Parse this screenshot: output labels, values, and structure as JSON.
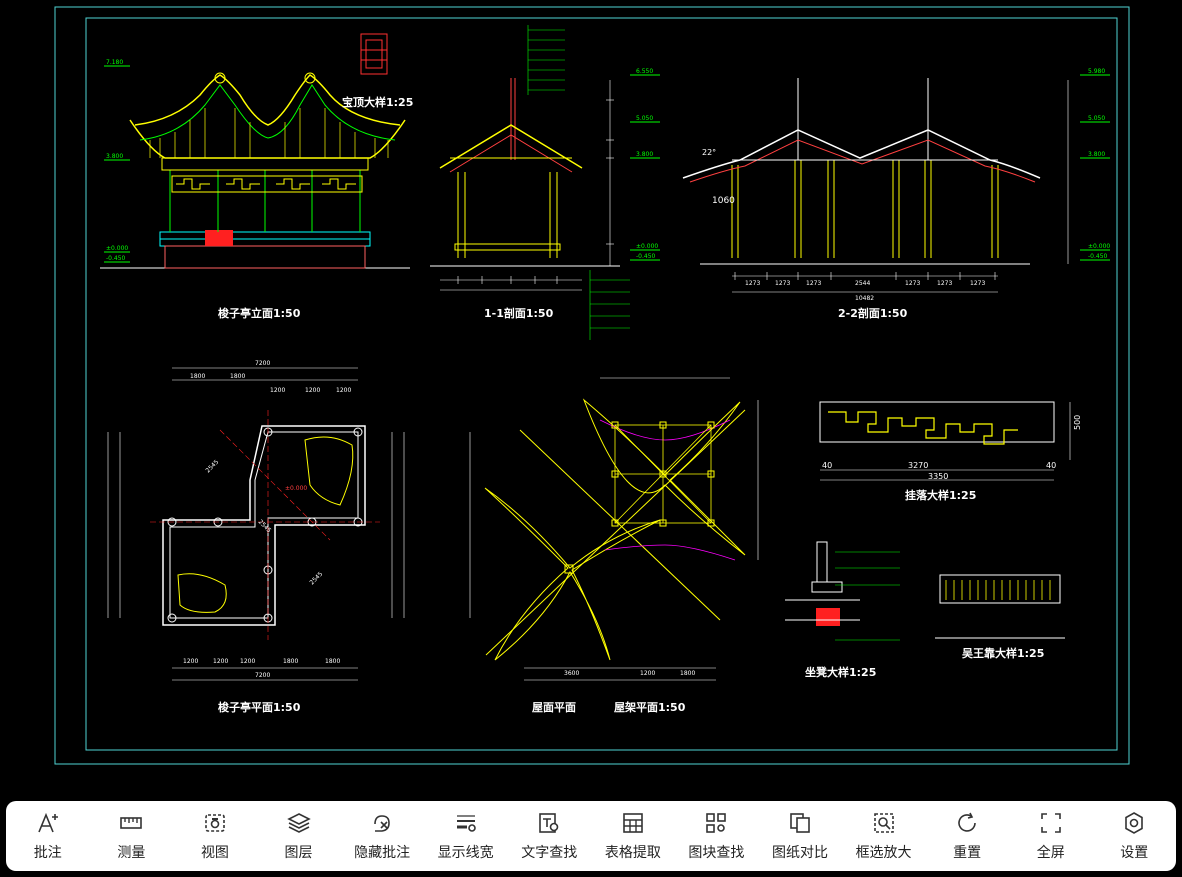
{
  "drawing": {
    "titles": {
      "elevation": "梭子亭立面1:50",
      "section_1": "1-1剖面1:50",
      "section_2": "2-2剖面1:50",
      "finial": "宝顶大样1:25",
      "plan": "梭子亭平面1:50",
      "roof_plan": "屋面平面",
      "roof_frame_plan": "屋架平面1:50",
      "railing": "挂落大样1:25",
      "bench": "坐凳大样1:25",
      "wuwang": "吴王靠大样1:25"
    },
    "levels": {
      "top_elev": "7.180",
      "mid_elev": "3.800",
      "ground": "±0.000",
      "below": "-0.450",
      "sec_top": "6.550",
      "sec_mid": "5.050",
      "sec_low": "3.800",
      "sec2_top": "5.980",
      "sec2_mid": "5.050"
    },
    "dims": {
      "plan_total": "7200",
      "plan_half": "3600",
      "plan_seg": "1200",
      "plan_seg2": "1800",
      "diag": "2545",
      "sec2_total": "10482",
      "sec2_bay": "1273",
      "sec2_mid_bay": "2544",
      "sec2_left": "1060",
      "railing_total": "3350",
      "railing_inner": "3270",
      "railing_end": "40",
      "railing_h": "500",
      "angle": "22°"
    }
  },
  "toolbar": {
    "items": [
      {
        "key": "annotate",
        "label": "批注",
        "icon": "annotate-icon"
      },
      {
        "key": "measure",
        "label": "测量",
        "icon": "ruler-icon"
      },
      {
        "key": "view",
        "label": "视图",
        "icon": "camera-icon"
      },
      {
        "key": "layers",
        "label": "图层",
        "icon": "layers-icon"
      },
      {
        "key": "hide_annot",
        "label": "隐藏批注",
        "icon": "hide-annotation-icon"
      },
      {
        "key": "line_width",
        "label": "显示线宽",
        "icon": "line-width-icon"
      },
      {
        "key": "text_search",
        "label": "文字查找",
        "icon": "text-search-icon"
      },
      {
        "key": "table_extract",
        "label": "表格提取",
        "icon": "table-icon"
      },
      {
        "key": "block_search",
        "label": "图块查找",
        "icon": "block-search-icon"
      },
      {
        "key": "compare",
        "label": "图纸对比",
        "icon": "compare-icon"
      },
      {
        "key": "zoom_box",
        "label": "框选放大",
        "icon": "zoom-box-icon"
      },
      {
        "key": "reset",
        "label": "重置",
        "icon": "reset-icon"
      },
      {
        "key": "fullscreen",
        "label": "全屏",
        "icon": "fullscreen-icon"
      },
      {
        "key": "settings",
        "label": "设置",
        "icon": "settings-icon"
      }
    ]
  },
  "colors": {
    "frame": "#4fd4d4",
    "yellow": "#ffff00",
    "green": "#00ff00",
    "red": "#ff2020",
    "white": "#ffffff",
    "magenta": "#ff00ff",
    "cyan": "#00ffff"
  }
}
